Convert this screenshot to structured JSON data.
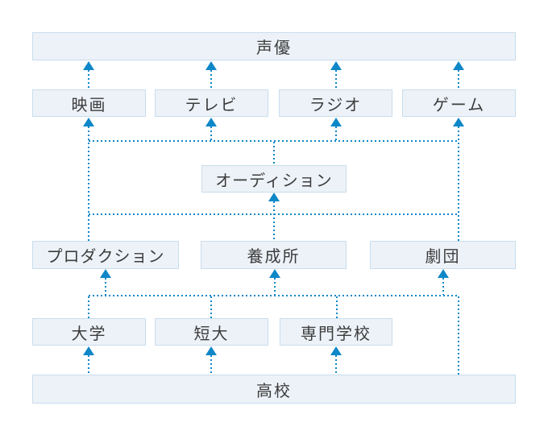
{
  "diagram_type": "career-path-flowchart",
  "language": "ja",
  "colors": {
    "background": "#ffffff",
    "node_fill": "#edf2f8",
    "node_border": "#c8ddee",
    "node_text": "#3c3c3c",
    "connector_blue": "#0e87c8"
  },
  "nodes": {
    "seiyu": {
      "label": "声優"
    },
    "eiga": {
      "label": "映画"
    },
    "terebi": {
      "label": "テレビ"
    },
    "rajio": {
      "label": "ラジオ"
    },
    "gemu": {
      "label": "ゲーム"
    },
    "odishon": {
      "label": "オーディション"
    },
    "purodakushon": {
      "label": "プロダクション"
    },
    "yoseijo": {
      "label": "養成所"
    },
    "gekidan": {
      "label": "劇団"
    },
    "daigaku": {
      "label": "大学"
    },
    "tandai": {
      "label": "短大"
    },
    "senmongakko": {
      "label": "専門学校"
    },
    "koko": {
      "label": "高校"
    }
  },
  "edges": [
    [
      "映画",
      "声優"
    ],
    [
      "テレビ",
      "声優"
    ],
    [
      "ラジオ",
      "声優"
    ],
    [
      "ゲーム",
      "声優"
    ],
    [
      "オーディション",
      "映画"
    ],
    [
      "オーディション",
      "テレビ"
    ],
    [
      "オーディション",
      "ラジオ"
    ],
    [
      "オーディション",
      "ゲーム"
    ],
    [
      "プロダクション",
      "映画"
    ],
    [
      "劇団",
      "ゲーム"
    ],
    [
      "プロダクション",
      "オーディション"
    ],
    [
      "養成所",
      "オーディション"
    ],
    [
      "劇団",
      "オーディション"
    ],
    [
      "大学",
      "プロダクション"
    ],
    [
      "大学",
      "養成所"
    ],
    [
      "大学",
      "劇団"
    ],
    [
      "短大",
      "プロダクション"
    ],
    [
      "短大",
      "養成所"
    ],
    [
      "短大",
      "劇団"
    ],
    [
      "専門学校",
      "プロダクション"
    ],
    [
      "専門学校",
      "養成所"
    ],
    [
      "専門学校",
      "劇団"
    ],
    [
      "高校",
      "大学"
    ],
    [
      "高校",
      "短大"
    ],
    [
      "高校",
      "専門学校"
    ],
    [
      "高校",
      "プロダクション"
    ],
    [
      "高校",
      "養成所"
    ],
    [
      "高校",
      "劇団"
    ]
  ],
  "connector_style": "dotted-blue-arrows-upward"
}
